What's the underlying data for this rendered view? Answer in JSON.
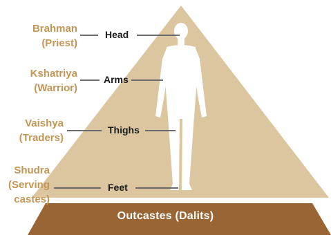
{
  "colors": {
    "pyramid": "#dbc6a0",
    "base": "#9a6534",
    "figure": "#ffffff",
    "caste_text": "#c39656",
    "body_text": "#1a1a1a",
    "connector": "#6b6b6b"
  },
  "levels": [
    {
      "caste": "Brahman",
      "role": "(Priest)",
      "body_part": "Head"
    },
    {
      "caste": "Kshatriya",
      "role": "(Warrior)",
      "body_part": "Arms"
    },
    {
      "caste": "Vaishya",
      "role": "(Traders)",
      "body_part": "Thighs"
    },
    {
      "caste": "Shudra",
      "role": "(Serving",
      "role_line2": "castes)",
      "body_part": "Feet"
    }
  ],
  "base": {
    "label": "Outcastes (Dalits)"
  }
}
